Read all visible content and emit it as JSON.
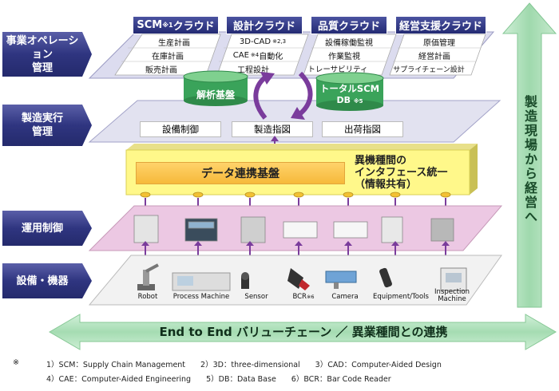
{
  "layers": {
    "business": "事業オペレーション\n管理",
    "mes": "製造実行\n管理",
    "operation": "運用制御",
    "equipment": "設備・機器"
  },
  "clouds": [
    {
      "title": "SCM",
      "note": "※1",
      "suffix": "クラウド",
      "items": [
        "生産計画",
        "在庫計画",
        "販売計画"
      ]
    },
    {
      "title": "設計クラウド",
      "items": [
        "3D-CAD",
        "CAE",
        "工程設計"
      ],
      "item_notes": [
        "※2,3",
        "※4",
        ""
      ],
      "item_suffix": [
        "",
        "自動化",
        ""
      ]
    },
    {
      "title": "品質クラウド",
      "items": [
        "設備稼働監視",
        "作業監視",
        "トレーサビリティ"
      ]
    },
    {
      "title": "経営支援クラウド",
      "items": [
        "原価管理",
        "経営計画",
        "サプライチェーン設計"
      ]
    }
  ],
  "cylinders": {
    "analysis": "解析基盤",
    "scm_db_line1": "トータルSCM",
    "scm_db_line2": "DB",
    "scm_db_note": "※5"
  },
  "mes_items": [
    "設備制御",
    "製造指図",
    "出荷指図"
  ],
  "data_layer": {
    "bar_label": "データ連携基盤",
    "side_text": "異機種間の\nインタフェース統一\n（情報共有）"
  },
  "devices": [
    {
      "label": "Robot",
      "note": ""
    },
    {
      "label": "Process Machine",
      "note": ""
    },
    {
      "label": "Sensor",
      "note": ""
    },
    {
      "label": "BCR",
      "note": "※6"
    },
    {
      "label": "Camera",
      "note": ""
    },
    {
      "label": "Equipment/Tools",
      "note": ""
    },
    {
      "label": "Inspection\nMachine",
      "note": ""
    }
  ],
  "right_arrow_text": "製造現場から経営へ",
  "bottom_arrow_text": "End to End バリューチェーン ／ 異業種間との連携",
  "footnotes": {
    "mark": "※",
    "line1": "1）SCM：Supply Chain Management　　2）3D：three-dimensional　　3）CAD：Computer-Aided Design",
    "line2": "4）CAE：Computer-Aided Engineering　　5）DB：Data Base　　6）BCR：Bar Code Reader"
  },
  "colors": {
    "navy": "#2a3078",
    "green": "#3aa35a",
    "pink": "#e9c6e0",
    "yellow": "#fff59a",
    "arrow_purple": "#7a3c9c"
  }
}
